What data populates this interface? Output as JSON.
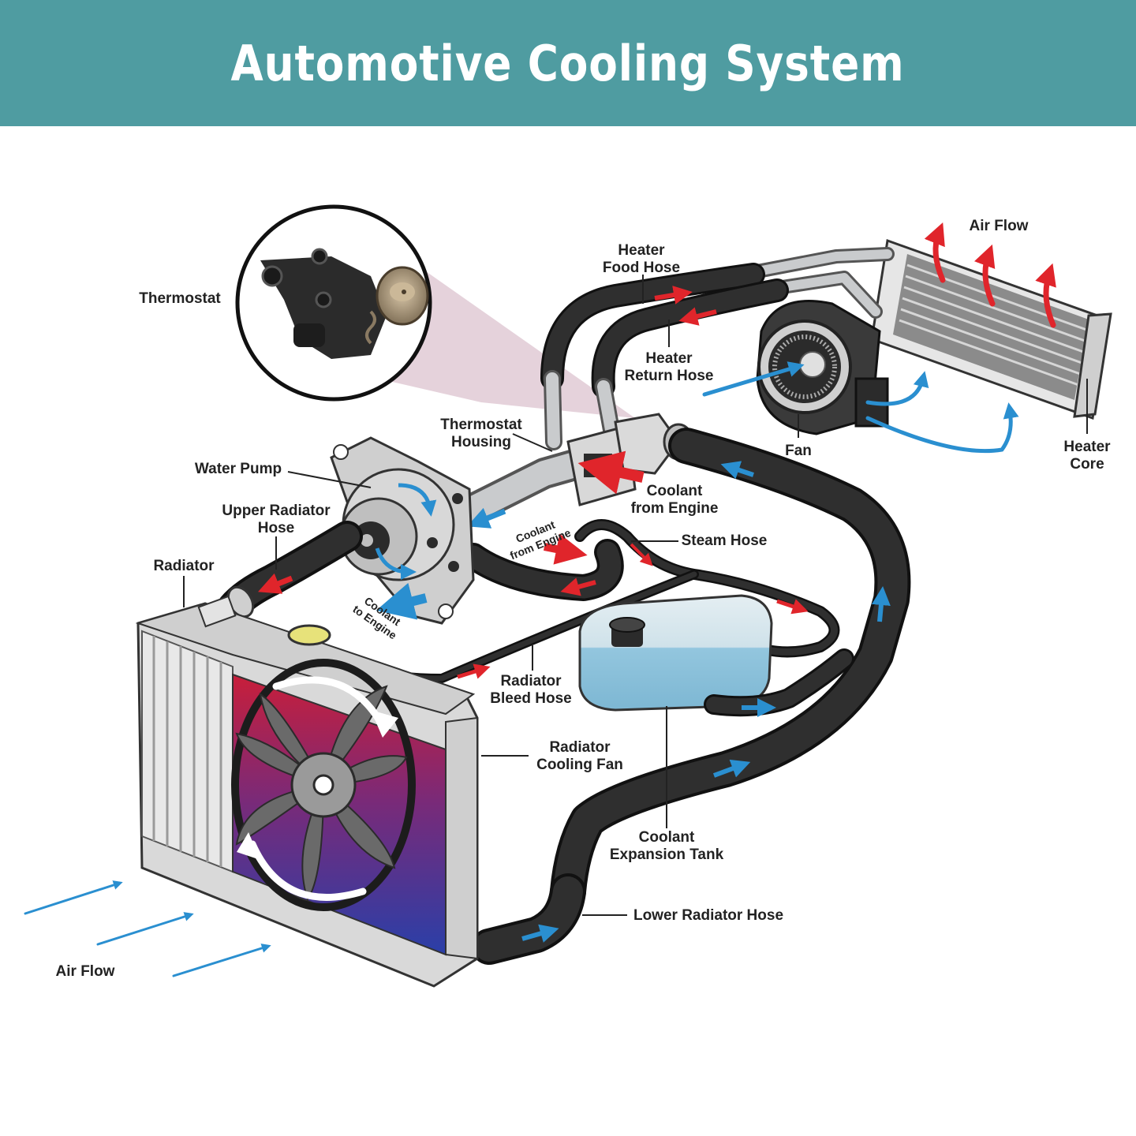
{
  "header": {
    "title": "Automotive Cooling System",
    "background_color": "#4f9ca1"
  },
  "labels": {
    "thermostat": "Thermostat",
    "heater_food_hose": [
      "Heater",
      "Food Hose"
    ],
    "heater_return_hose": [
      "Heater",
      "Return Hose"
    ],
    "air_flow_top": "Air Flow",
    "fan": "Fan",
    "heater_core": [
      "Heater",
      "Core"
    ],
    "thermostat_housing": [
      "Thermostat",
      "Housing"
    ],
    "water_pump": "Water Pump",
    "coolant_from_engine": [
      "Coolant",
      "from Engine"
    ],
    "upper_radiator_hose": [
      "Upper Radiator",
      "Hose"
    ],
    "coolant_from_engine_small": [
      "Coolant",
      "from Engine"
    ],
    "steam_hose": "Steam Hose",
    "radiator": "Radiator",
    "coolant_to_engine": [
      "Coolant",
      "to Engine"
    ],
    "radiator_bleed_hose": [
      "Radiator",
      "Bleed Hose"
    ],
    "radiator_cooling_fan": [
      "Radiator",
      "Cooling Fan"
    ],
    "coolant_expansion_tank": [
      "Coolant",
      "Expansion Tank"
    ],
    "lower_radiator_hose": "Lower Radiator Hose",
    "air_flow_bottom": "Air Flow"
  },
  "colors": {
    "hot_flow": "#e0252b",
    "cold_flow": "#2a8fd0",
    "hose": "#2f2f2f",
    "coolant": "#8ec3dd",
    "radiator_hot": "#c81e3a",
    "radiator_cold": "#2a3fa8"
  }
}
